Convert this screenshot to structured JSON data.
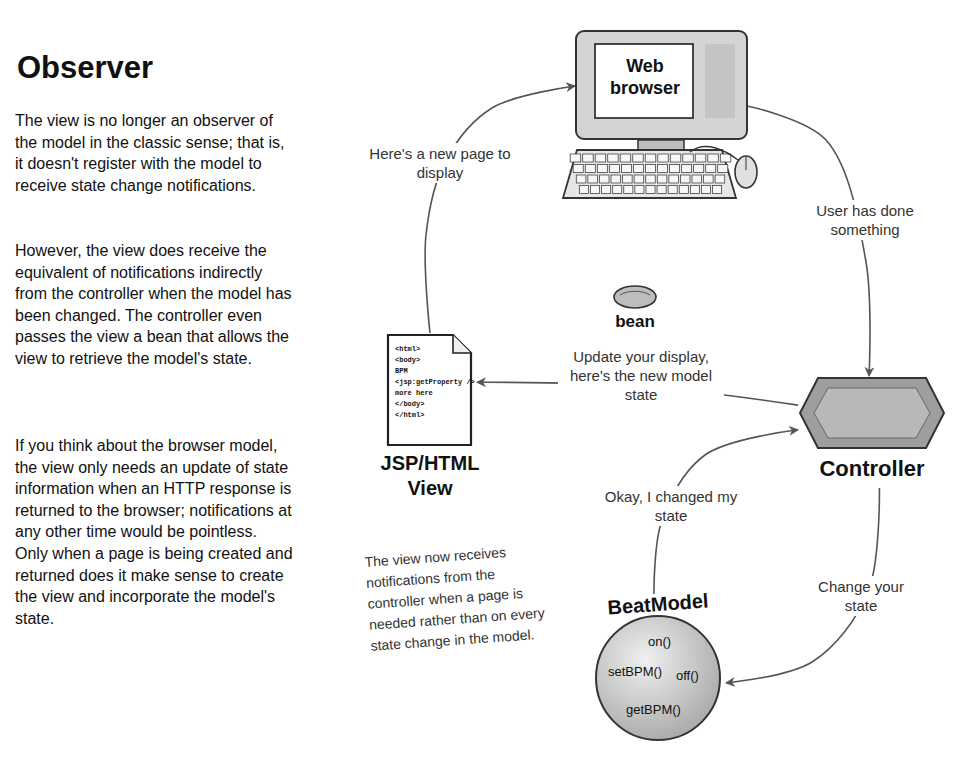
{
  "diagram": {
    "title": "Observer",
    "nodes": [
      {
        "text": [
          "Web browser"
        ]
      },
      {
        "text": [
          "bean"
        ]
      },
      {
        "text": [
          "<html>",
          "<body>",
          "BPM",
          "<jsp:getProperty />",
          "more here",
          "</body>",
          "</html>",
          "JSP/HTML View"
        ]
      },
      {
        "text": [
          "Controller"
        ]
      },
      {
        "text": [
          "BeatModel",
          "on()",
          "setBPM()",
          "off()",
          "getBPM()"
        ]
      }
    ],
    "edges": [
      {
        "from": 0,
        "to": 3,
        "label": "User has done something",
        "arrow": "to"
      },
      {
        "from": 3,
        "to": 2,
        "label": "Update your display, here's the new model state",
        "arrow": "to"
      },
      {
        "from": 2,
        "to": 0,
        "label": "Here's a new page to display",
        "arrow": "to"
      },
      {
        "from": 4,
        "to": 3,
        "label": "Okay, I changed my state",
        "arrow": "to"
      },
      {
        "from": 3,
        "to": 4,
        "label": "Change your state",
        "arrow": "to"
      }
    ],
    "labels": [
      "The view is no longer an observer of the model in the classic sense; that is, it doesn't register with the model to receive state change notifications.",
      "However, the view does receive the equivalent of notifications indirectly from the controller when the model has been changed. The controller even passes the view a bean that allows the view to retrieve the model's state.",
      "If you think about the browser model, the view only needs an update of state information when an HTTP response is returned to the browser; notifications at any other time would be pointless. Only when a page is being created and returned does it make sense to create the view and incorporate the model's state.",
      "The view now receives notifications from the controller when a page is needed rather than on every state change in the model."
    ]
  }
}
